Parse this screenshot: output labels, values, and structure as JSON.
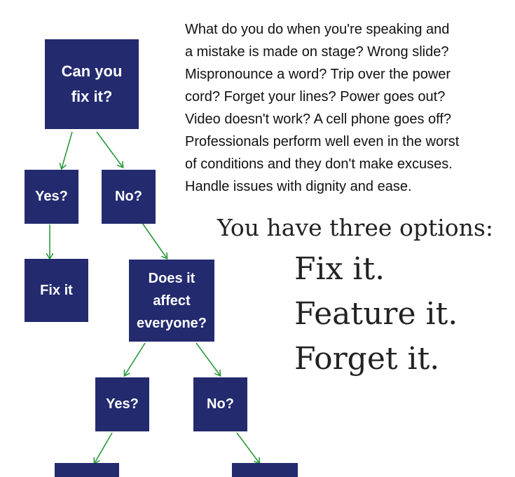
{
  "flowchart": {
    "nodes": {
      "can_fix": "Can you fix it?",
      "yes_1": "Yes?",
      "no_1": "No?",
      "fix_it": "Fix it",
      "affect_everyone": "Does it affect everyone?",
      "yes_2": "Yes?",
      "no_2": "No?"
    },
    "colors": {
      "box": "#232a6e",
      "box_text": "#ffffff",
      "arrow": "#2a9a3a"
    }
  },
  "intro": {
    "paragraph": "What do you do when you're speaking and\na mistake is made on stage?  Wrong slide?\nMispronounce a word?  Trip over the power\ncord? Forget your lines? Power goes out?\nVideo doesn't work? A cell phone goes off?\nProfessionals perform well even in the worst\nof conditions and they don't make excuses.\nHandle issues with dignity and ease."
  },
  "options": {
    "heading": "You have three options:",
    "items": [
      "Fix it.",
      "Feature it.",
      "Forget it."
    ]
  }
}
